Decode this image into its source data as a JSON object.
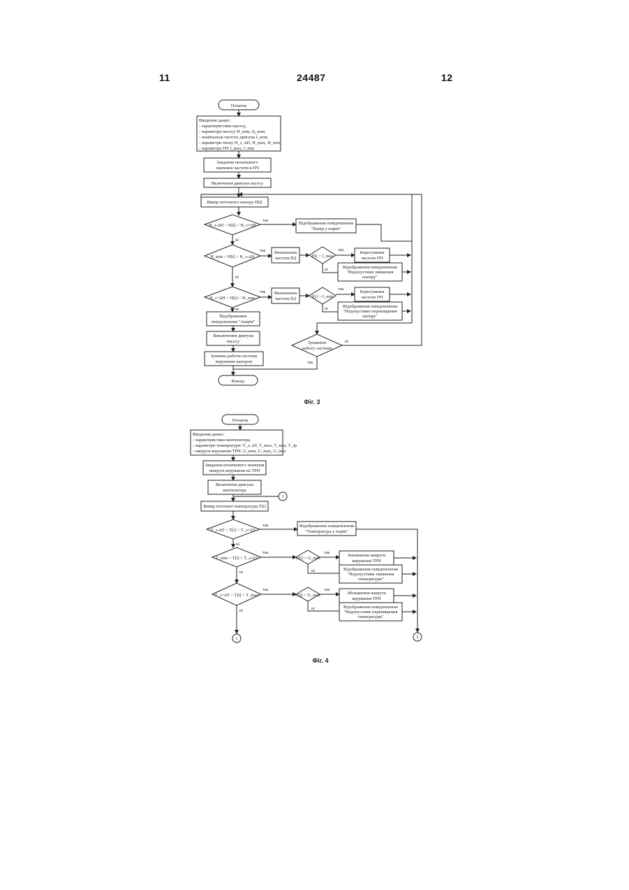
{
  "header": {
    "left_page": "11",
    "patent_number": "24487",
    "right_page": "12"
  },
  "fig3": {
    "caption": "Фіг. 3",
    "start": "Початок",
    "input_block": [
      "Введення даних:",
      "- характеристики насосу,",
      "- параметри насосу H_ном, Q_ном,",
      "- номінальна частота двигуна f_ном,",
      "- параметри тиску H_з, ΔH, H_max, H_min,",
      "- параметри ПЧ f_max, f_min"
    ],
    "set_freq": [
      "Завдання початкового",
      "значення частоти в ПЧ"
    ],
    "pump_on": "Включення двигуна насосу",
    "measure": "Вимір поточного напору H[t]",
    "cond1": "H_з-ΔH < H[t] < H_з+ΔH",
    "msg_norm": [
      "Відображення повідомлення",
      "\"Напір у нормі\""
    ],
    "cond2": "H_min < H[t] < H_з-ΔH",
    "calc_freq1": [
      "Визначення",
      "частоти f[t]"
    ],
    "cond_f1": "f[t] < f_max",
    "adj_freq1": [
      "Корегування",
      "частоти ПЧ"
    ],
    "msg_low": [
      "Відображення повідомлення",
      "\"Недопустиме зниження",
      "напору\""
    ],
    "cond3": "H_з+ΔH < H[t] < H_max",
    "calc_freq2": [
      "Визначення",
      "частоти f[t]"
    ],
    "cond_f2": "f[t] > f_min",
    "adj_freq2": [
      "Корегування",
      "частоти ПЧ"
    ],
    "msg_high": [
      "Відображення повідомлення",
      "\"Недопустиме перевищення",
      "напору\""
    ],
    "msg_alarm": [
      "Відображення",
      "повідомлення \"Аварія\""
    ],
    "pump_off": [
      "Виключення двигуна",
      "насосу"
    ],
    "stop_q": [
      "Зупинити",
      "роботу системи"
    ],
    "stop_sys": [
      "Зупинка роботи системи",
      "керування напором"
    ],
    "end": "Кінець",
    "yes": "так",
    "no": "ні"
  },
  "fig4": {
    "caption": "Фіг. 4",
    "start": "Початок",
    "input_block": [
      "Введення даних:",
      "- характеристики вентилятора,",
      "- параметри температури: T_з, ΔT, T_max, T_min, T_зр",
      "- напруги керування ТРН: U_ном, U_max, U_min"
    ],
    "set_volt": [
      "Завдання початкового значення",
      "напруги керування на ТРН"
    ],
    "fan_on": [
      "Включення двигуна",
      "вентилятора"
    ],
    "measure": "Вимір поточної температури T[t]",
    "cond1": "T_з-ΔT < T[t] < T_з+ΔT",
    "msg_norm": [
      "Відображення повідомлення",
      "\"Температура у нормі\""
    ],
    "cond2": "T_min < T[t] < T_з-ΔT",
    "cond_u1": "U[t] > U_min",
    "dec_volt": [
      "Зменшення напруги",
      "керування ТРН"
    ],
    "msg_low": [
      "Відображення повідомлення",
      "\"Недопустиме зниження",
      "температури\""
    ],
    "cond3": "T_з+ΔT < T[t] < T_max",
    "cond_u2": "U[t] < U_max",
    "inc_volt": [
      "Збільшення напруги",
      "керування ТРН"
    ],
    "msg_high": [
      "Відображення повідомлення",
      "\"Недопустиме перевищення",
      "температури\""
    ],
    "conn1": "1",
    "conn2": "2",
    "conn3": "3",
    "yes": "так",
    "no": "ні"
  }
}
